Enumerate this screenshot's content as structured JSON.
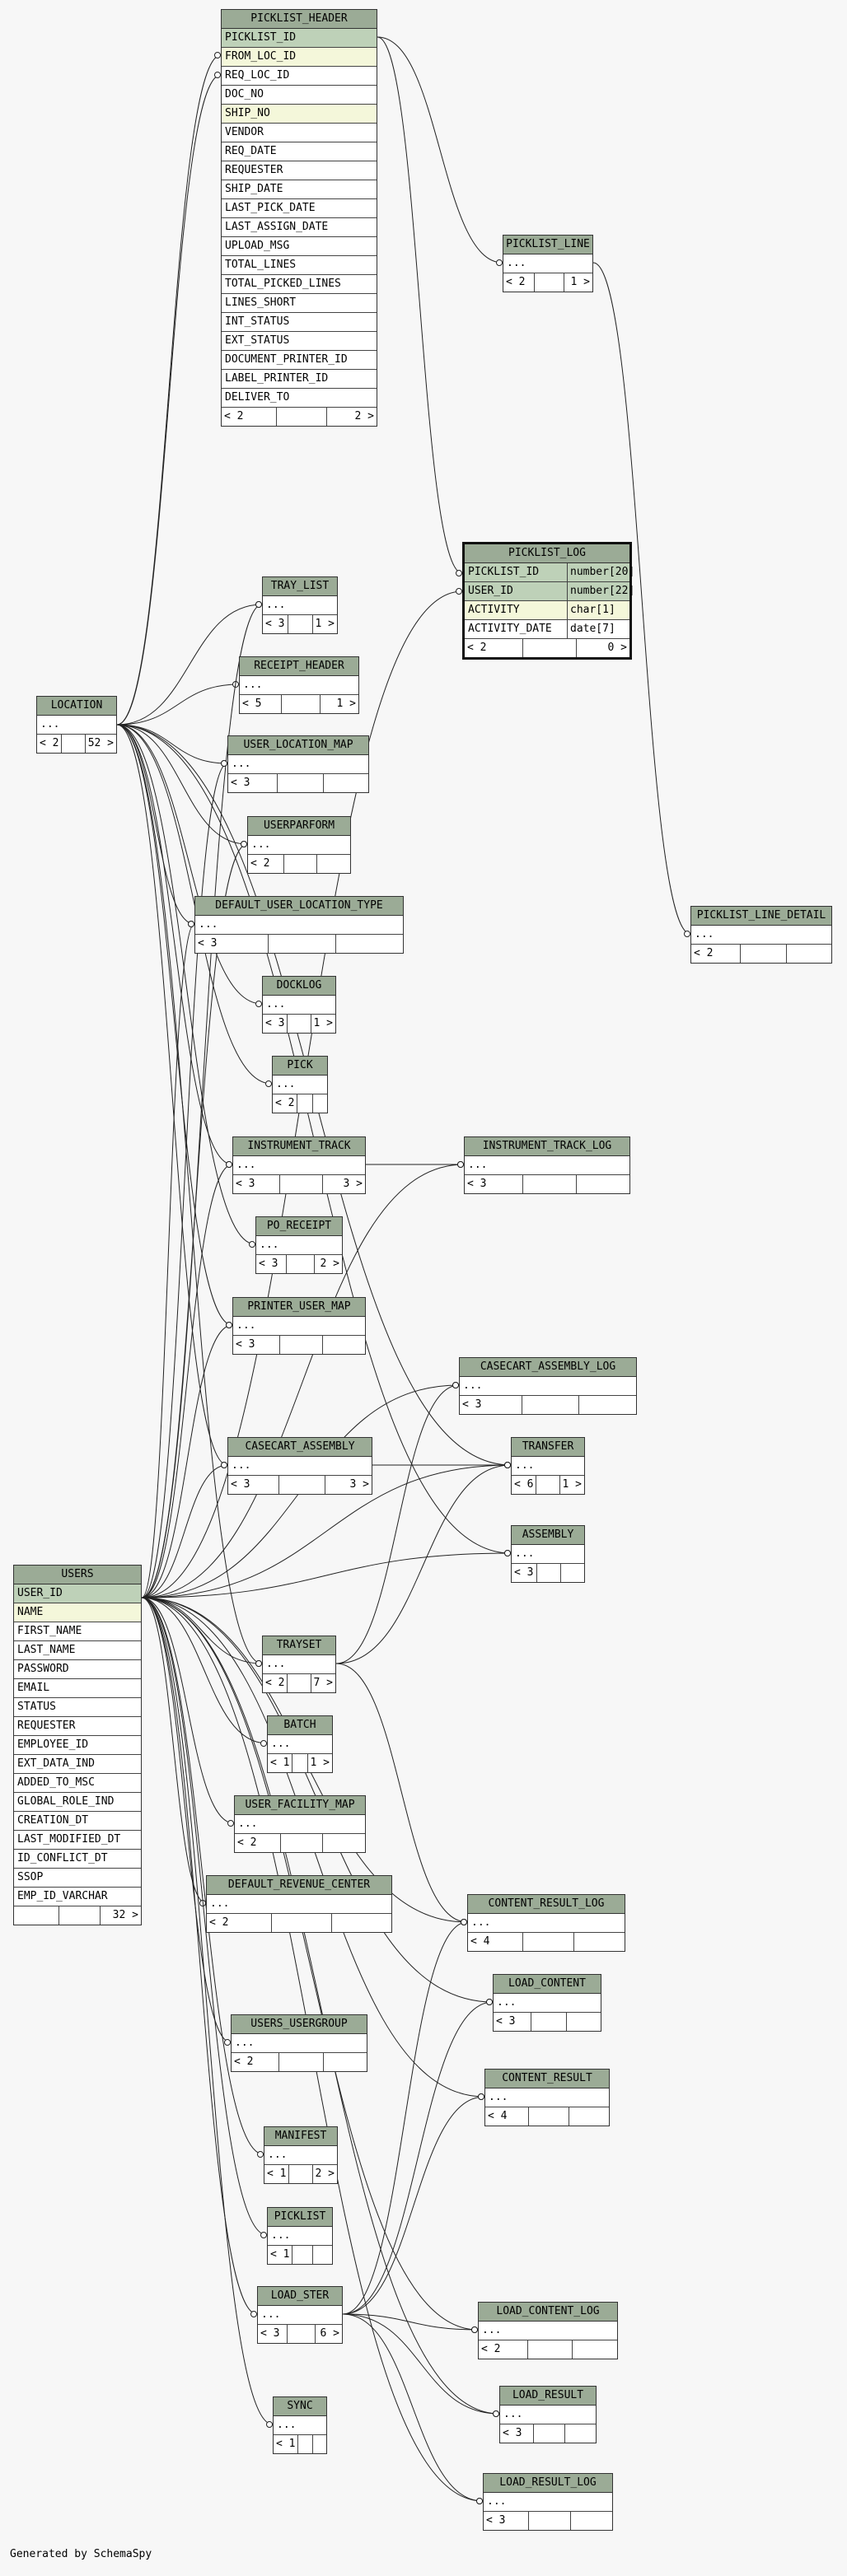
{
  "generated_by": "Generated by SchemaSpy",
  "colors": {
    "header": "#9bab96",
    "primary_key": "#bed1b8",
    "indexed": "#f4f7da",
    "background": "#f7f7f7"
  },
  "tables": {
    "picklist_header": {
      "name": "PICKLIST_HEADER",
      "columns": [
        "PICKLIST_ID",
        "FROM_LOC_ID",
        "REQ_LOC_ID",
        "DOC_NO",
        "SHIP_NO",
        "VENDOR",
        "REQ_DATE",
        "REQUESTER",
        "SHIP_DATE",
        "LAST_PICK_DATE",
        "LAST_ASSIGN_DATE",
        "UPLOAD_MSG",
        "TOTAL_LINES",
        "TOTAL_PICKED_LINES",
        "LINES_SHORT",
        "INT_STATUS",
        "EXT_STATUS",
        "DOCUMENT_PRINTER_ID",
        "LABEL_PRINTER_ID",
        "DELIVER_TO"
      ],
      "footer": [
        "< 2",
        "",
        "2 >"
      ]
    },
    "picklist_line": {
      "name": "PICKLIST_LINE",
      "row": "...",
      "footer": [
        "< 2",
        "",
        "1 >"
      ]
    },
    "picklist_log": {
      "name": "PICKLIST_LOG",
      "columns": [
        {
          "name": "PICKLIST_ID",
          "type": "number[20]"
        },
        {
          "name": "USER_ID",
          "type": "number[22]"
        },
        {
          "name": "ACTIVITY",
          "type": "char[1]"
        },
        {
          "name": "ACTIVITY_DATE",
          "type": "date[7]"
        }
      ],
      "footer": [
        "< 2",
        "",
        "0 >"
      ]
    },
    "picklist_line_detail": {
      "name": "PICKLIST_LINE_DETAIL",
      "row": "...",
      "footer": [
        "< 2",
        "",
        ""
      ]
    },
    "tray_list": {
      "name": "TRAY_LIST",
      "row": "...",
      "footer": [
        "< 3",
        "",
        "1 >"
      ]
    },
    "receipt_header": {
      "name": "RECEIPT_HEADER",
      "row": "...",
      "footer": [
        "< 5",
        "",
        "1 >"
      ]
    },
    "location": {
      "name": "LOCATION",
      "row": "...",
      "footer": [
        "< 2",
        "",
        "52 >"
      ]
    },
    "user_location_map": {
      "name": "USER_LOCATION_MAP",
      "row": "...",
      "footer": [
        "< 3",
        "",
        ""
      ]
    },
    "userparform": {
      "name": "USERPARFORM",
      "row": "...",
      "footer": [
        "< 2",
        "",
        ""
      ]
    },
    "default_user_location_type": {
      "name": "DEFAULT_USER_LOCATION_TYPE",
      "row": "...",
      "footer": [
        "< 3",
        "",
        ""
      ]
    },
    "docklog": {
      "name": "DOCKLOG",
      "row": "...",
      "footer": [
        "< 3",
        "",
        "1 >"
      ]
    },
    "pick": {
      "name": "PICK",
      "row": "...",
      "footer": [
        "< 2",
        "",
        ""
      ]
    },
    "instrument_track": {
      "name": "INSTRUMENT_TRACK",
      "row": "...",
      "footer": [
        "< 3",
        "",
        "3 >"
      ]
    },
    "instrument_track_log": {
      "name": "INSTRUMENT_TRACK_LOG",
      "row": "...",
      "footer": [
        "< 3",
        "",
        ""
      ]
    },
    "po_receipt": {
      "name": "PO_RECEIPT",
      "row": "...",
      "footer": [
        "< 3",
        "",
        "2 >"
      ]
    },
    "printer_user_map": {
      "name": "PRINTER_USER_MAP",
      "row": "...",
      "footer": [
        "< 3",
        "",
        ""
      ]
    },
    "casecart_assembly_log": {
      "name": "CASECART_ASSEMBLY_LOG",
      "row": "...",
      "footer": [
        "< 3",
        "",
        ""
      ]
    },
    "casecart_assembly": {
      "name": "CASECART_ASSEMBLY",
      "row": "...",
      "footer": [
        "< 3",
        "",
        "3 >"
      ]
    },
    "transfer": {
      "name": "TRANSFER",
      "row": "...",
      "footer": [
        "< 6",
        "",
        "1 >"
      ]
    },
    "assembly": {
      "name": "ASSEMBLY",
      "row": "...",
      "footer": [
        "< 3",
        "",
        ""
      ]
    },
    "users": {
      "name": "USERS",
      "columns": [
        "USER_ID",
        "NAME",
        "FIRST_NAME",
        "LAST_NAME",
        "PASSWORD",
        "EMAIL",
        "STATUS",
        "REQUESTER",
        "EMPLOYEE_ID",
        "EXT_DATA_IND",
        "ADDED_TO_MSC",
        "GLOBAL_ROLE_IND",
        "CREATION_DT",
        "LAST_MODIFIED_DT",
        "ID_CONFLICT_DT",
        "SSOP",
        "EMP_ID_VARCHAR"
      ],
      "footer": [
        "",
        "",
        "32 >"
      ]
    },
    "trayset": {
      "name": "TRAYSET",
      "row": "...",
      "footer": [
        "< 2",
        "",
        "7 >"
      ]
    },
    "batch": {
      "name": "BATCH",
      "row": "...",
      "footer": [
        "< 1",
        "",
        "1 >"
      ]
    },
    "user_facility_map": {
      "name": "USER_FACILITY_MAP",
      "row": "...",
      "footer": [
        "< 2",
        "",
        ""
      ]
    },
    "default_revenue_center": {
      "name": "DEFAULT_REVENUE_CENTER",
      "row": "...",
      "footer": [
        "< 2",
        "",
        ""
      ]
    },
    "content_result_log": {
      "name": "CONTENT_RESULT_LOG",
      "row": "...",
      "footer": [
        "< 4",
        "",
        ""
      ]
    },
    "load_content": {
      "name": "LOAD_CONTENT",
      "row": "...",
      "footer": [
        "< 3",
        "",
        ""
      ]
    },
    "users_usergroup": {
      "name": "USERS_USERGROUP",
      "row": "...",
      "footer": [
        "< 2",
        "",
        ""
      ]
    },
    "content_result": {
      "name": "CONTENT_RESULT",
      "row": "...",
      "footer": [
        "< 4",
        "",
        ""
      ]
    },
    "manifest": {
      "name": "MANIFEST",
      "row": "...",
      "footer": [
        "< 1",
        "",
        "2 >"
      ]
    },
    "picklist": {
      "name": "PICKLIST",
      "row": "...",
      "footer": [
        "< 1",
        "",
        ""
      ]
    },
    "load_ster": {
      "name": "LOAD_STER",
      "row": "...",
      "footer": [
        "< 3",
        "",
        "6 >"
      ]
    },
    "load_content_log": {
      "name": "LOAD_CONTENT_LOG",
      "row": "...",
      "footer": [
        "< 2",
        "",
        ""
      ]
    },
    "load_result": {
      "name": "LOAD_RESULT",
      "row": "...",
      "footer": [
        "< 3",
        "",
        ""
      ]
    },
    "sync": {
      "name": "SYNC",
      "row": "...",
      "footer": [
        "< 1",
        "",
        ""
      ]
    },
    "load_result_log": {
      "name": "LOAD_RESULT_LOG",
      "row": "...",
      "footer": [
        "< 3",
        "",
        ""
      ]
    }
  }
}
